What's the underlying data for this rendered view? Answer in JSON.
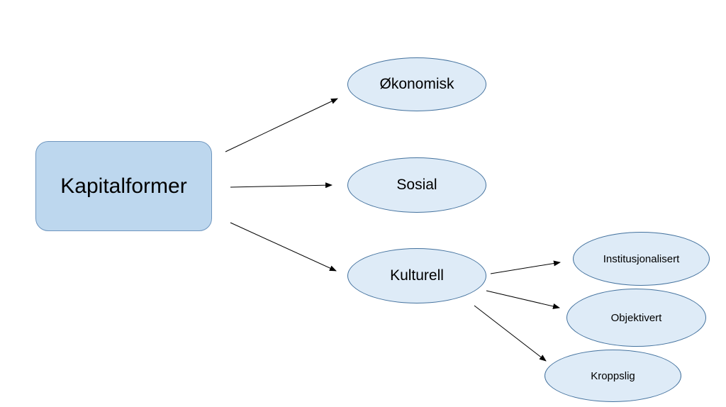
{
  "diagram": {
    "root": {
      "label": "Kapitalformer"
    },
    "nodes": [
      {
        "id": "okonomisk",
        "label": "Økonomisk"
      },
      {
        "id": "sosial",
        "label": "Sosial"
      },
      {
        "id": "kulturell",
        "label": "Kulturell"
      },
      {
        "id": "institusjonalisert",
        "label": "Institusjonalisert"
      },
      {
        "id": "objektivert",
        "label": "Objektivert"
      },
      {
        "id": "kroppslig",
        "label": "Kroppslig"
      }
    ],
    "edges": [
      {
        "from": "Kapitalformer",
        "to": "Økonomisk"
      },
      {
        "from": "Kapitalformer",
        "to": "Sosial"
      },
      {
        "from": "Kapitalformer",
        "to": "Kulturell"
      },
      {
        "from": "Kulturell",
        "to": "Institusjonalisert"
      },
      {
        "from": "Kulturell",
        "to": "Objektivert"
      },
      {
        "from": "Kulturell",
        "to": "Kroppslig"
      }
    ],
    "colors": {
      "root_fill": "#bdd7ee",
      "root_border": "#6e95be",
      "node_fill": "#deebf7",
      "node_border": "#44729e",
      "arrow": "#000000"
    }
  }
}
